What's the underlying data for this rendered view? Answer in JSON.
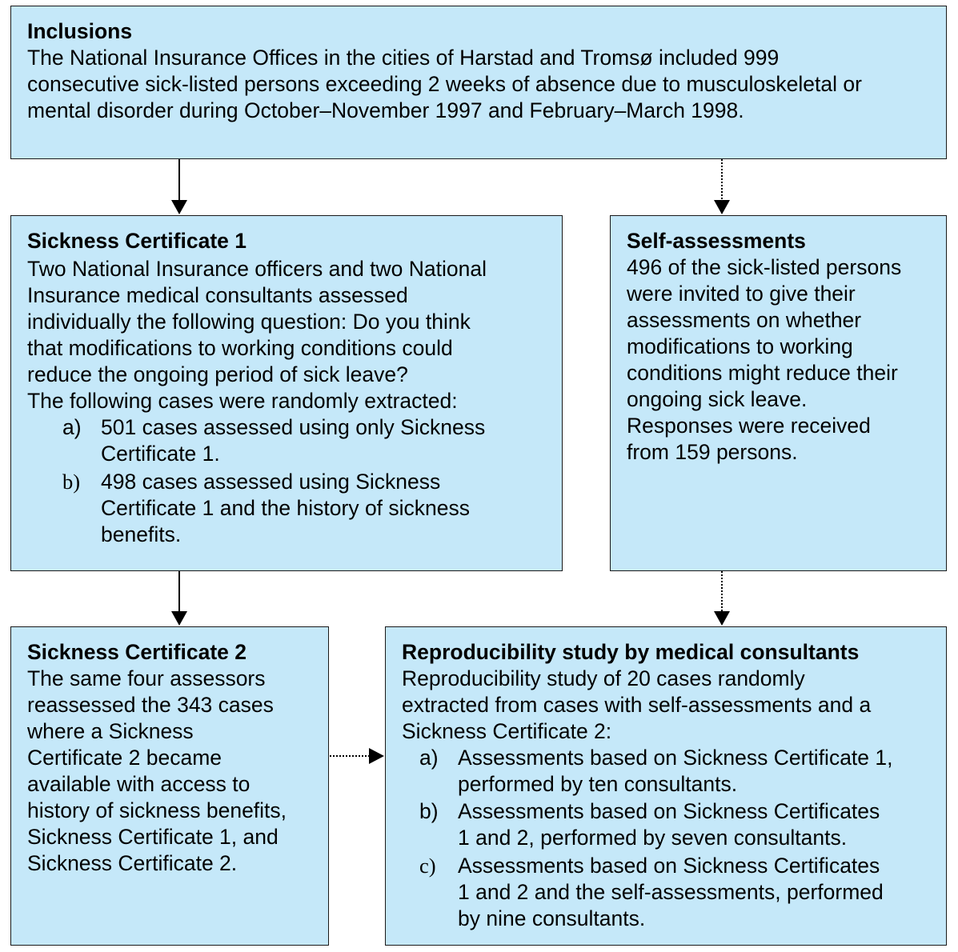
{
  "inclusions": {
    "title": "Inclusions",
    "lines": [
      "The National Insurance Offices in the cities of Harstad and Tromsø included 999",
      "consecutive sick-listed persons exceeding 2 weeks of absence due to musculoskeletal or",
      "mental disorder during October–November 1997 and February–March 1998."
    ]
  },
  "sick_cert_1": {
    "title": "Sickness Certificate 1",
    "lines": [
      "Two National Insurance officers and two National",
      "Insurance medical consultants assessed",
      "individually the following question: Do you think",
      "that modifications to working conditions could",
      "reduce the ongoing period of sick leave?",
      "The following cases were randomly extracted:"
    ],
    "items": [
      {
        "marker": "a)",
        "lines": [
          "501 cases assessed using only Sickness",
          "Certificate 1."
        ]
      },
      {
        "marker": "b)",
        "lines": [
          "498 cases assessed using Sickness",
          "Certificate 1 and the history of sickness",
          "benefits."
        ]
      }
    ]
  },
  "self_assessments": {
    "title": "Self-assessments",
    "lines": [
      "496 of the sick-listed persons",
      "were invited to give their",
      "assessments on whether",
      "modifications to working",
      "conditions might reduce their",
      "ongoing sick leave.",
      "Responses were received",
      "from 159 persons."
    ]
  },
  "sick_cert_2": {
    "title": "Sickness Certificate 2",
    "lines": [
      "The same four assessors",
      "reassessed the 343 cases",
      "where a Sickness",
      "Certificate 2 became",
      "available with access to",
      "history of sickness benefits,",
      "Sickness Certificate 1, and",
      "Sickness Certificate 2."
    ]
  },
  "reproducibility": {
    "title": "Reproducibility study by medical consultants",
    "lines": [
      "Reproducibility study of 20 cases randomly",
      "extracted from cases with self-assessments and a",
      "Sickness Certificate 2:"
    ],
    "items": [
      {
        "marker": "a)",
        "lines": [
          "Assessments based on Sickness Certificate 1,",
          "performed by ten consultants."
        ]
      },
      {
        "marker": "b)",
        "lines": [
          "Assessments based on Sickness Certificates",
          "1 and 2, performed by seven consultants."
        ]
      },
      {
        "marker": "c)",
        "lines": [
          "Assessments based on Sickness Certificates",
          "1 and 2 and the self-assessments, performed",
          "by nine consultants."
        ]
      }
    ]
  },
  "colors": {
    "box_fill": "#c5e8f9",
    "border": "#1a1a1a"
  }
}
